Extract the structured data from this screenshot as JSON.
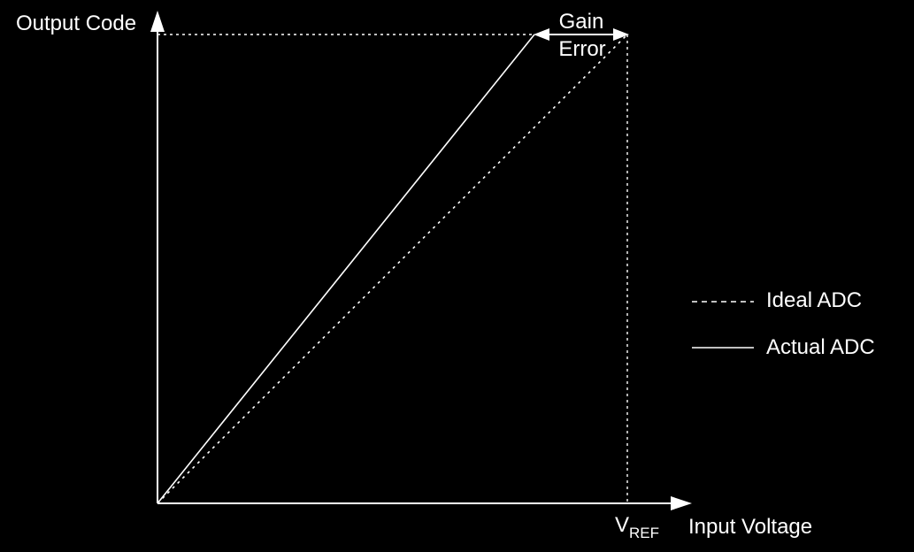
{
  "axes": {
    "y_label": "Output Code",
    "x_label": "Input Voltage",
    "x_marker_main": "V",
    "x_marker_sub": "REF"
  },
  "annotation": {
    "line1": "Gain",
    "line2": "Error"
  },
  "legend": {
    "ideal_label": "Ideal ADC",
    "actual_label": "Actual ADC"
  },
  "colors": {
    "background": "#000000",
    "foreground": "#ffffff"
  }
}
